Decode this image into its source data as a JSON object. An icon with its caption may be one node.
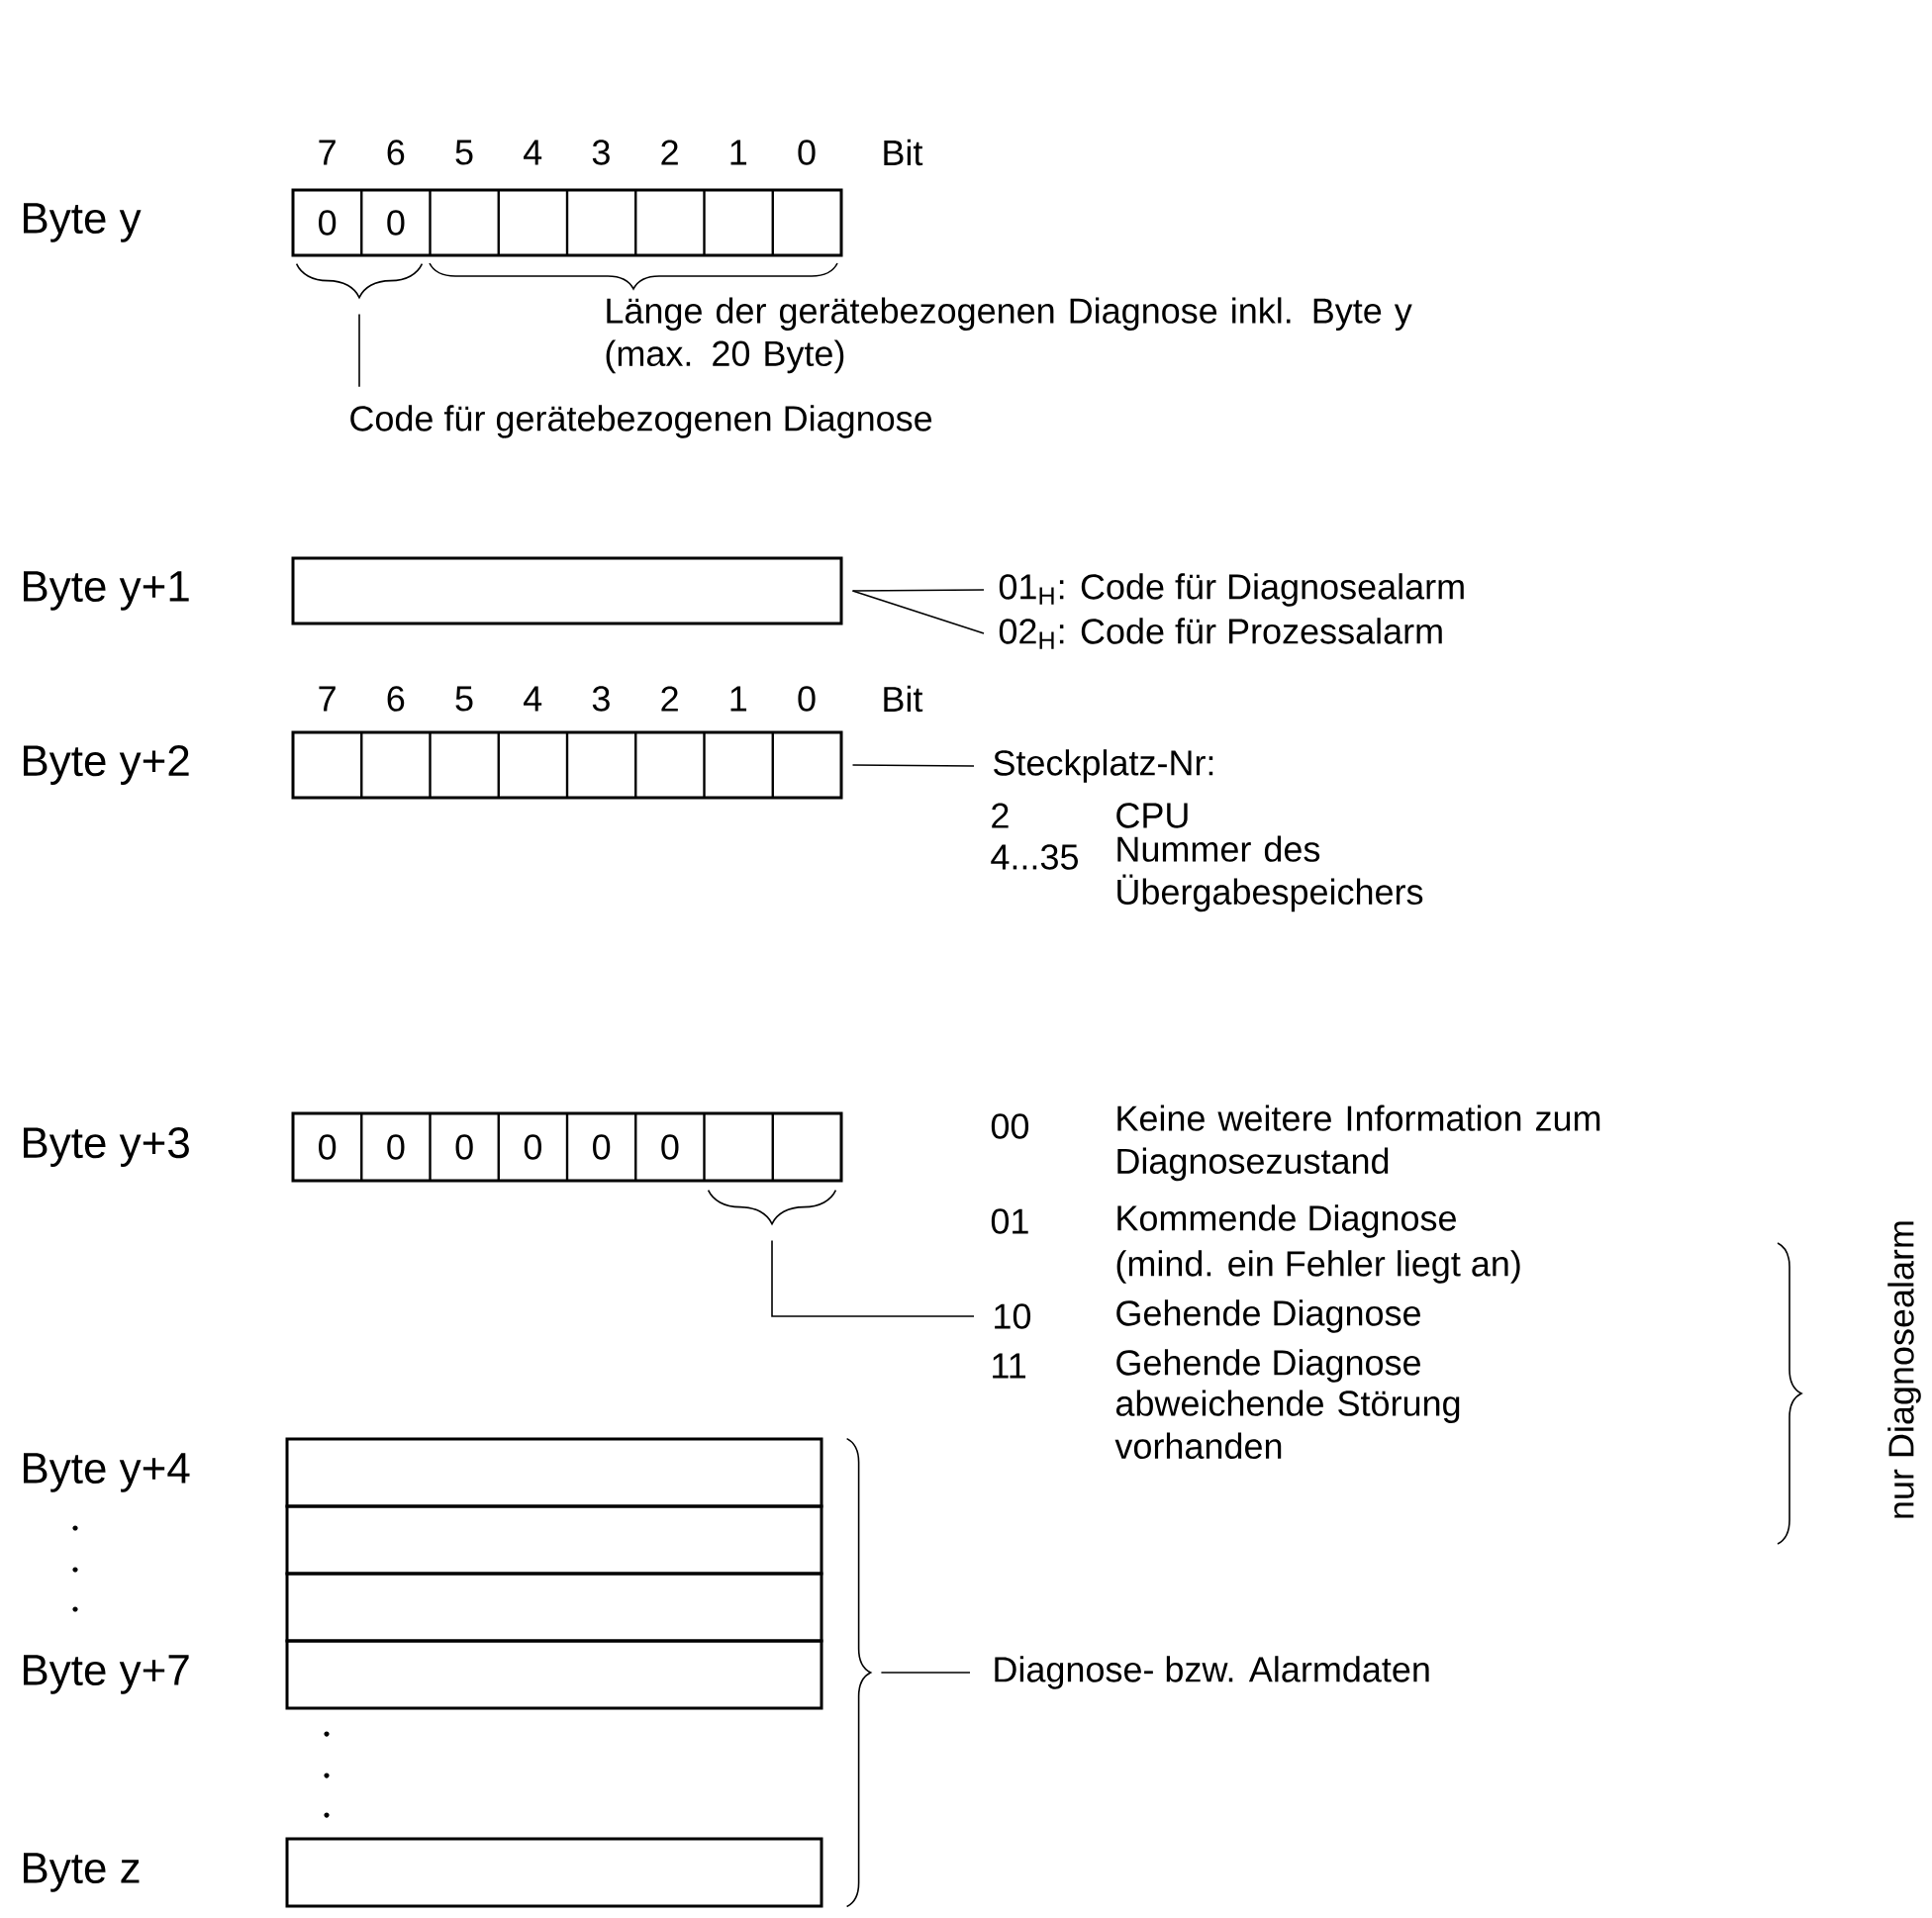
{
  "diagram": {
    "nodes": [
      {
        "text": [
          "0",
          "0"
        ],
        "beside": [
          "Byte y"
        ]
      },
      {
        "text": [],
        "shape": "bracket"
      },
      {
        "text": [
          "Code für gerätebezogenen Diagnose"
        ]
      },
      {
        "text": [],
        "shape": "box",
        "beside": [
          "Byte y+1"
        ]
      },
      {
        "text": [
          "01$_{H}$: Code für Diagnosealarm"
        ]
      },
      {
        "text": [
          "02$_{H}$: Code für Prozessalarm"
        ]
      },
      {
        "text": [],
        "shape": "box",
        "beside": [
          "Byte y+2"
        ]
      },
      {
        "text": [
          "Steckplatz-Nr:"
        ]
      },
      {
        "text": [
          "0",
          "0",
          "0",
          "0",
          "0",
          "0"
        ],
        "beside": [
          "Byte y+3"
        ]
      },
      {
        "text": [],
        "shape": "bracket"
      },
      {
        "text": [
          "10"
        ]
      },
      {
        "text": [],
        "shape": "box",
        "beside": [
          "Byte y+4"
        ]
      },
      {
        "text": [],
        "shape": "box"
      },
      {
        "text": [],
        "shape": "box"
      },
      {
        "text": [],
        "shape": "box",
        "beside": [
          "Byte y+7"
        ]
      },
      {
        "text": [],
        "shape": "box",
        "beside": [
          "Byte z"
        ]
      },
      {
        "text": [],
        "shape": "bracket"
      },
      {
        "text": [
          "Diagnose- bzw. Alarmdaten"
        ]
      }
    ],
    "edges": [
      {
        "from": 2,
        "to": 1,
        "arrow": "none"
      },
      {
        "from": 3,
        "to": 4,
        "arrow": "none"
      },
      {
        "from": 3,
        "to": 5,
        "arrow": "none"
      },
      {
        "from": 6,
        "to": 7,
        "arrow": "none"
      },
      {
        "from": 9,
        "to": 10,
        "arrow": "none"
      },
      {
        "from": 16,
        "to": 17,
        "arrow": "none"
      }
    ],
    "labels": [
      "7",
      "6",
      "5",
      "4",
      "3",
      "2",
      "1",
      "0",
      "Bit",
      "Länge der gerätebezogenen Diagnose inkl. Byte y (max. 20 Byte)",
      "7",
      "6",
      "5",
      "4",
      "3",
      "2",
      "1",
      "0",
      "Bit",
      "2",
      "CPU",
      "4...35",
      "Nummer des Übergabespeichers",
      "00",
      "Keine weitere Information zum Diagnosezustand",
      "01",
      "Kommende Diagnose",
      "(mind. ein Fehler liegt an)",
      "Gehende Diagnose",
      "11",
      "Gehende Diagnose",
      "abweichende Störung vorhanden",
      "nur Diagnosealarm"
    ]
  }
}
